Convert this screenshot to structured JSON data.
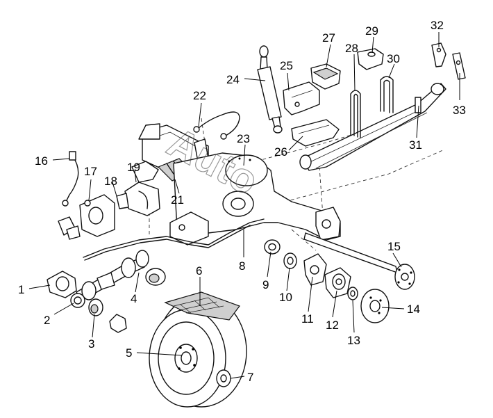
{
  "diagram": {
    "type": "exploded-parts-diagram",
    "watermark": "Auto",
    "callouts": [
      {
        "id": "1",
        "label": "1"
      },
      {
        "id": "2",
        "label": "2"
      },
      {
        "id": "3",
        "label": "3"
      },
      {
        "id": "4",
        "label": "4"
      },
      {
        "id": "5",
        "label": "5"
      },
      {
        "id": "6",
        "label": "6"
      },
      {
        "id": "7",
        "label": "7"
      },
      {
        "id": "8",
        "label": "8"
      },
      {
        "id": "9",
        "label": "9"
      },
      {
        "id": "10",
        "label": "10"
      },
      {
        "id": "11",
        "label": "11"
      },
      {
        "id": "12",
        "label": "12"
      },
      {
        "id": "13",
        "label": "13"
      },
      {
        "id": "14",
        "label": "14"
      },
      {
        "id": "15",
        "label": "15"
      },
      {
        "id": "16",
        "label": "16"
      },
      {
        "id": "17",
        "label": "17"
      },
      {
        "id": "18",
        "label": "18"
      },
      {
        "id": "19",
        "label": "19"
      },
      {
        "id": "21",
        "label": "21"
      },
      {
        "id": "22",
        "label": "22"
      },
      {
        "id": "23",
        "label": "23"
      },
      {
        "id": "24",
        "label": "24"
      },
      {
        "id": "25",
        "label": "25"
      },
      {
        "id": "26",
        "label": "26"
      },
      {
        "id": "27",
        "label": "27"
      },
      {
        "id": "28",
        "label": "28"
      },
      {
        "id": "29",
        "label": "29"
      },
      {
        "id": "30",
        "label": "30"
      },
      {
        "id": "31",
        "label": "31"
      },
      {
        "id": "32",
        "label": "32"
      },
      {
        "id": "33",
        "label": "33"
      }
    ]
  }
}
